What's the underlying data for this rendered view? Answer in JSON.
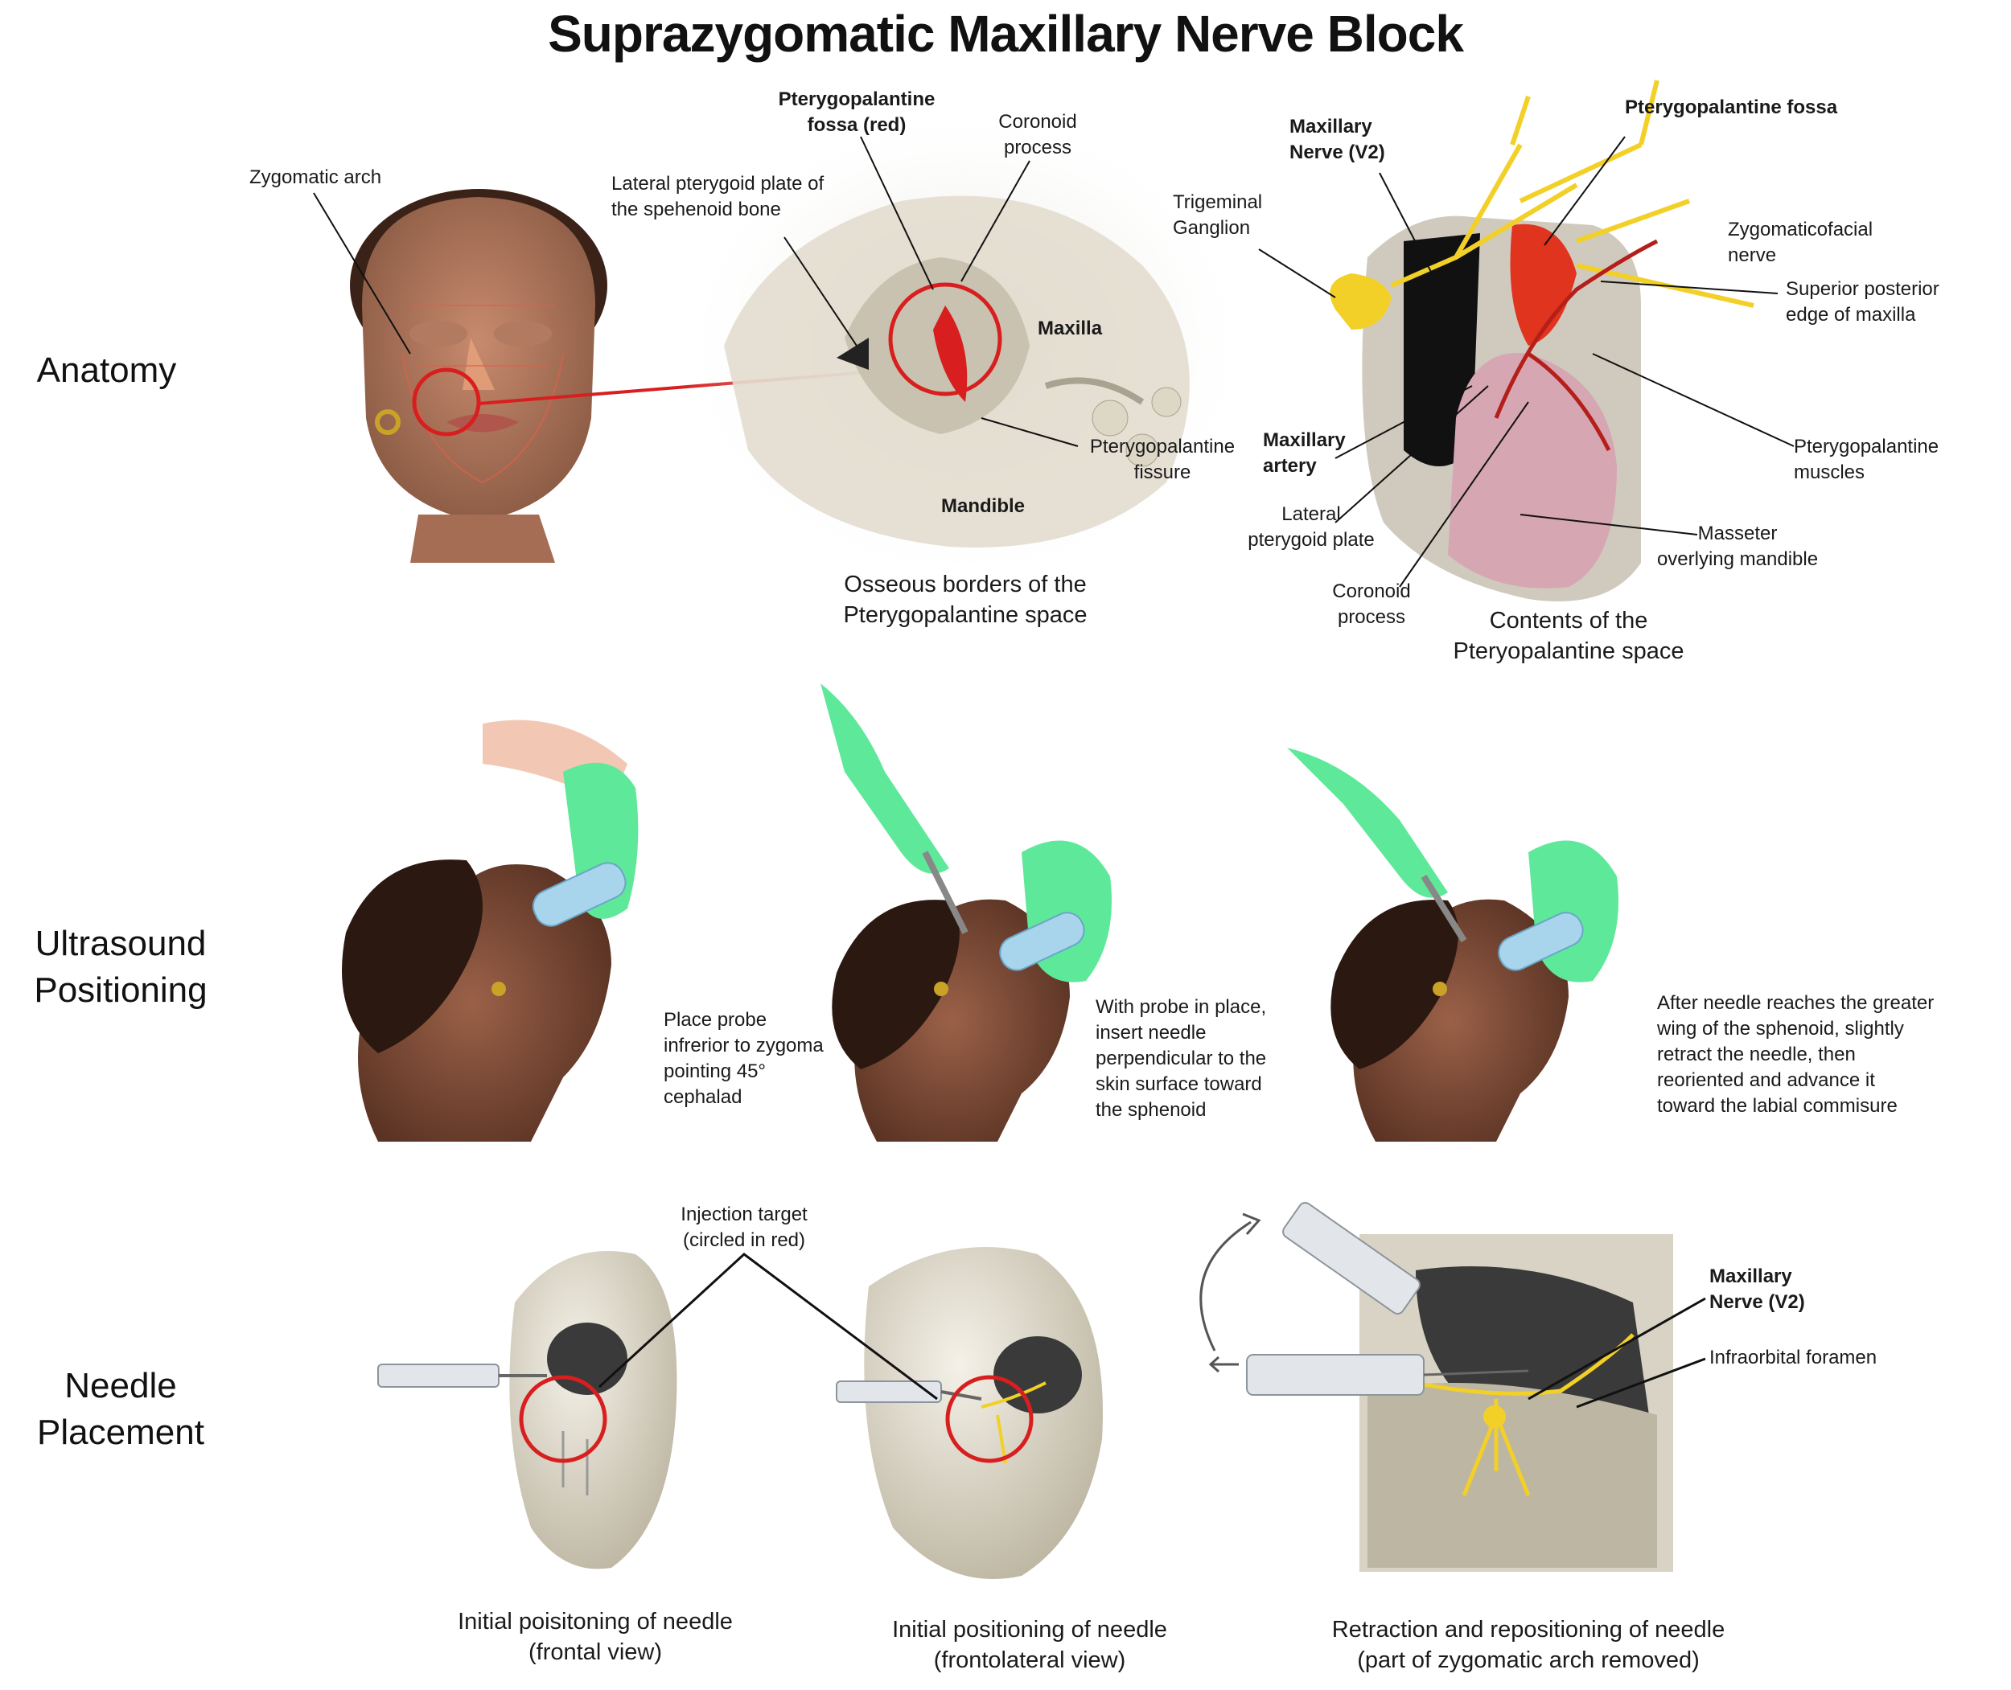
{
  "title": "Suprazygomatic Maxillary Nerve Block",
  "rows": {
    "anatomy": "Anatomy",
    "ultrasound": "Ultrasound\nPositioning",
    "needle": "Needle\nPlacement"
  },
  "anatomy": {
    "face_labels": {
      "zygomatic_arch": "Zygomatic arch"
    },
    "osseous_labels": {
      "lateral_pterygoid": "Lateral pterygoid plate of\nthe spehenoid bone",
      "pterygopalatine_fossa": "Pterygopalantine\nfossa (red)",
      "coronoid": "Coronoid\nprocess",
      "maxilla": "Maxilla",
      "fissure": "Pterygopalantine\nfissure",
      "mandible": "Mandible"
    },
    "osseous_caption": "Osseous borders of the\nPterygopalantine space",
    "contents_labels": {
      "maxillary_nerve": "Maxillary\nNerve (V2)",
      "trigeminal": "Trigeminal\nGanglion",
      "fossa": "Pterygopalantine fossa",
      "zygomaticofacial": "Zygomaticofacial\nnerve",
      "superior_posterior": "Superior posterior\nedge of maxilla",
      "maxillary_artery": "Maxillary\nartery",
      "lateral_plate": "Lateral\npterygoid plate",
      "coronoid": "Coronoid\nprocess",
      "muscles": "Pterygopalantine\nmuscles",
      "masseter": "Masseter\noverlying mandible"
    },
    "contents_caption": "Contents of the\nPteryopalantine space"
  },
  "ultrasound": {
    "step1": "Place probe\ninfrerior to zygoma\npointing 45°\ncephalad",
    "step2": "With probe in place,\ninsert needle\nperpendicular to the\nskin surface toward\nthe sphenoid",
    "step3": "After needle reaches the greater\nwing of the sphenoid, slightly\nretract the needle, then\nreoriented and advance it\ntoward the labial commisure"
  },
  "needle": {
    "injection_target": "Injection target\n(circled in red)",
    "maxillary_nerve": "Maxillary\nNerve (V2)",
    "infraorbital": "Infraorbital foramen",
    "caption1": "Initial poisitoning of needle\n(frontal view)",
    "caption2": "Initial positioning of needle\n(frontolateral view)",
    "caption3": "Retraction and repositioning of needle\n(part of zygomatic arch removed)"
  },
  "colors": {
    "highlight_red": "#d81e1e",
    "nerve_yellow": "#f2d027",
    "glove_green": "#5ee89a",
    "skin_brown": "#7a4a35",
    "bone": "#e6e1d3"
  }
}
